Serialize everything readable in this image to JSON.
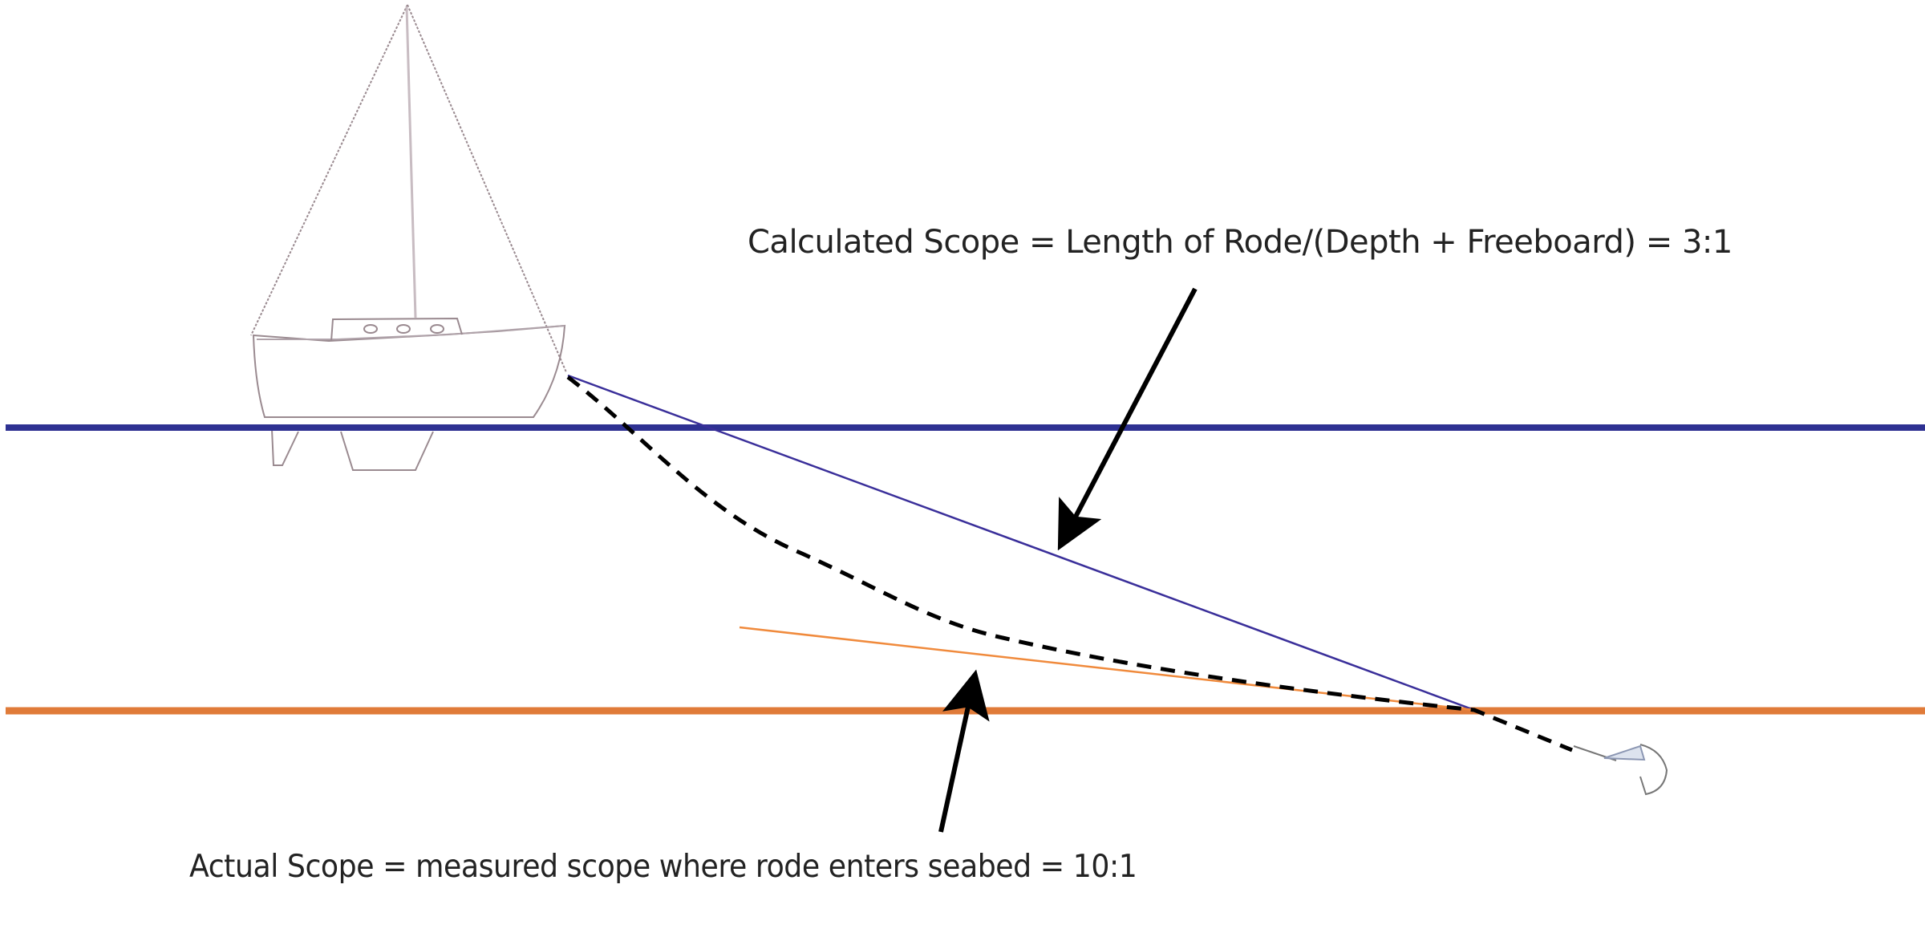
{
  "diagram": {
    "type": "anchor-scope-illustration",
    "labels": {
      "calculated_scope": "Calculated Scope = Length of Rode/(Depth + Freeboard) = 3:1",
      "actual_scope": "Actual Scope = measured scope where rode enters seabed = 10:1"
    },
    "values": {
      "calculated_scope_ratio": "3:1",
      "actual_scope_ratio": "10:1"
    },
    "elements": [
      {
        "name": "sailboat",
        "description": "Sailboat outline with mast, sail triangle, cabin with three portholes, keel and rudder"
      },
      {
        "name": "waterline",
        "color": "#2e3192"
      },
      {
        "name": "seabed",
        "color": "#e07b39"
      },
      {
        "name": "calculated-rode-line",
        "style": "thin straight",
        "color": "#3a2f9a"
      },
      {
        "name": "actual-rode-catenary",
        "style": "dashed curve",
        "color": "#000000"
      },
      {
        "name": "seabed-entry-tangent",
        "style": "thin straight",
        "color": "#f08a3c"
      },
      {
        "name": "anchor"
      },
      {
        "name": "arrow-to-calculated-line",
        "color": "#000000"
      },
      {
        "name": "arrow-to-tangent-line",
        "color": "#000000"
      }
    ],
    "colors": {
      "background": "#ffffff",
      "waterline": "#2e3192",
      "seabed": "#e07b39",
      "calculated_line": "#3a2f9a",
      "tangent_line": "#f08a3c",
      "rode": "#000000",
      "boat_outline": "#9a8a90",
      "text": "#222222"
    }
  }
}
